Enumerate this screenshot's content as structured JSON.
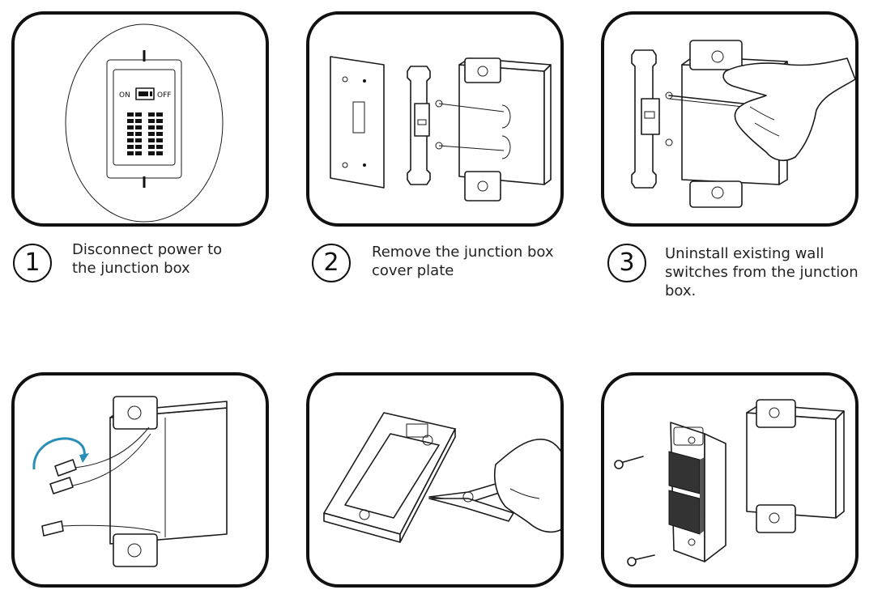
{
  "steps": [
    {
      "number": "1",
      "text": "Disconnect power to\nthe junction box"
    },
    {
      "number": "2",
      "text": "Remove the junction box\ncover plate"
    },
    {
      "number": "3",
      "text": "Uninstall existing wall\nswitches from the junction\nbox."
    }
  ],
  "breaker": {
    "on_label": "ON",
    "off_label": "OFF"
  },
  "colors": {
    "outline": "#111111",
    "arrow_accent": "#2a8fb8"
  }
}
